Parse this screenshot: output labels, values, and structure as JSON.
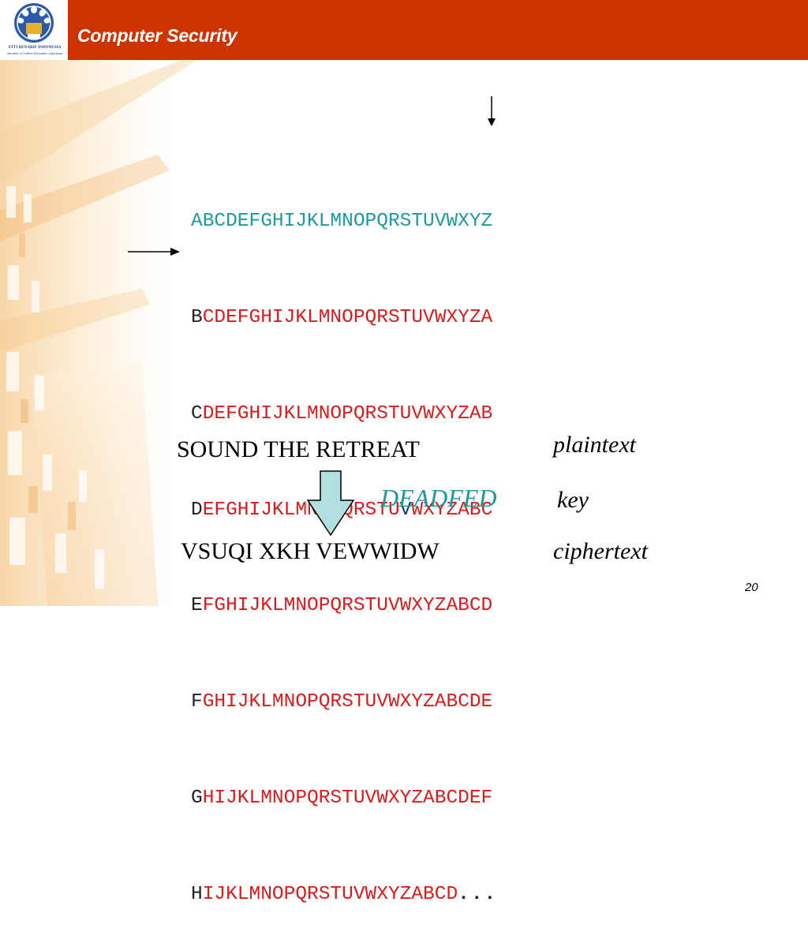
{
  "header": {
    "title": "Computer Security",
    "logo_name": "STTI BENARIF INDONESIA",
    "logo_subtitle": "Member of Smiths Education Indonesia",
    "bg_color": "#cc3300"
  },
  "table": {
    "header_row": "ABCDEFGHIJKLMNOPQRSTUVWXYZ",
    "rows": [
      {
        "lead": "B",
        "rest": "CDEFGHIJKLMNOPQRSTUVWXYZA"
      },
      {
        "lead": "C",
        "rest": "DEFGHIJKLMNOPQRSTUVWXYZAB"
      },
      {
        "lead": "D",
        "rest_before": "EFGHIJKLMNOPQRSTU",
        "highlight": "V",
        "rest_after": "WXYZABC"
      },
      {
        "lead": "E",
        "rest": "FGHIJKLMNOPQRSTUVWXYZABCD"
      },
      {
        "lead": "F",
        "rest": "GHIJKLMNOPQRSTUVWXYZABCDE"
      },
      {
        "lead": "G",
        "rest": "HIJKLMNOPQRSTUVWXYZABCDEF"
      },
      {
        "lead": "H",
        "rest": "IJKLMNOPQRSTUVWXYZABCD",
        "ellipsis": "..."
      }
    ]
  },
  "example": {
    "plaintext": "SOUND THE RETREAT",
    "key": "DEADFED",
    "ciphertext": "VSUQI XKH VEWWIDW",
    "labels": {
      "plaintext": "plaintext",
      "key": "key",
      "ciphertext": "ciphertext"
    }
  },
  "footer": {
    "page_number": "20"
  },
  "colors": {
    "header_row": "#1b9aa0",
    "shifted_letters": "#dd1a1a",
    "highlight": "#1a2f80",
    "key": "#1b9aa0",
    "down_arrow_fill": "#b2dfe0"
  },
  "icons": {
    "column_marker": "down-arrow-icon",
    "row_marker": "right-arrow-icon",
    "transform": "down-block-arrow-icon"
  }
}
